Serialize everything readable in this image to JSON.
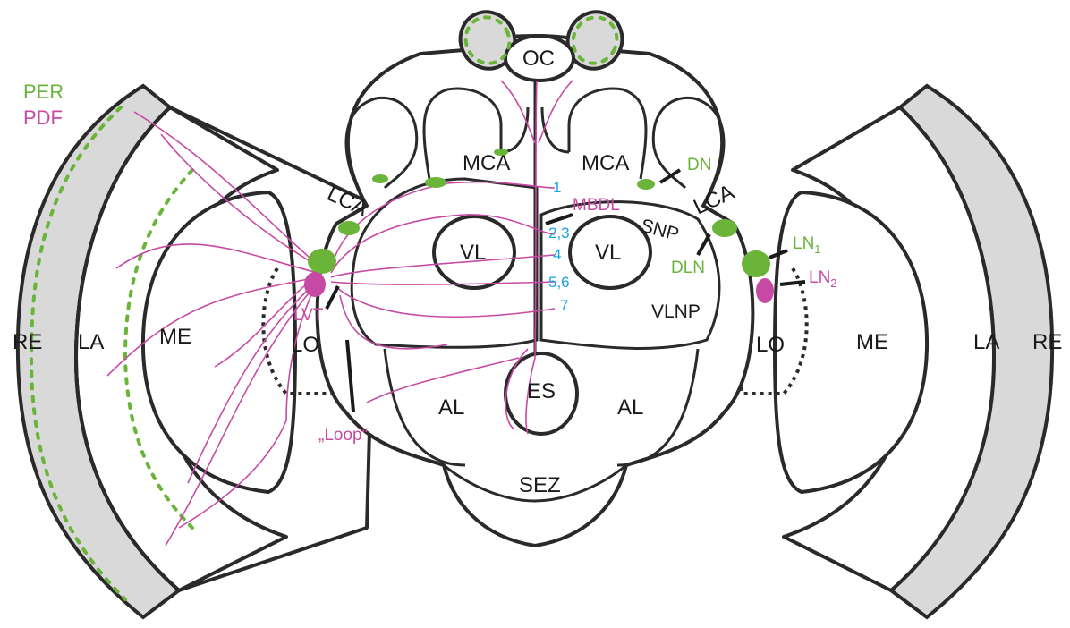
{
  "legend": {
    "per": "PER",
    "pdf": "PDF"
  },
  "regions": {
    "oc": "OC",
    "mca_left": "MCA",
    "mca_right": "MCA",
    "lca_left": "LCA",
    "lca_right": "LCA",
    "vl_left": "VL",
    "vl_right": "VL",
    "snp": "SNP",
    "vlnp": "VLNP",
    "re_left": "RE",
    "la_left": "LA",
    "me_left": "ME",
    "lo_left": "LO",
    "re_right": "RE",
    "la_right": "LA",
    "me_right": "ME",
    "lo_right": "LO",
    "al_left": "AL",
    "al_right": "AL",
    "es": "ES",
    "sez": "SEZ"
  },
  "neurons": {
    "dn": "DN",
    "dln": "DLN",
    "ln1": "LN",
    "ln1_sub": "1",
    "ln2": "LN",
    "ln2_sub": "2",
    "mbdl": "MBDL",
    "lvt": "LVT",
    "loop": "„Loop“"
  },
  "tracts": {
    "t1": "1",
    "t23": "2,3",
    "t4": "4",
    "t56": "5,6",
    "t7": "7"
  },
  "colors": {
    "per": "#6ab43a",
    "pdf": "#c64aa3",
    "tract_numbers": "#1aa3e0",
    "retina": "#d9d9d9"
  }
}
